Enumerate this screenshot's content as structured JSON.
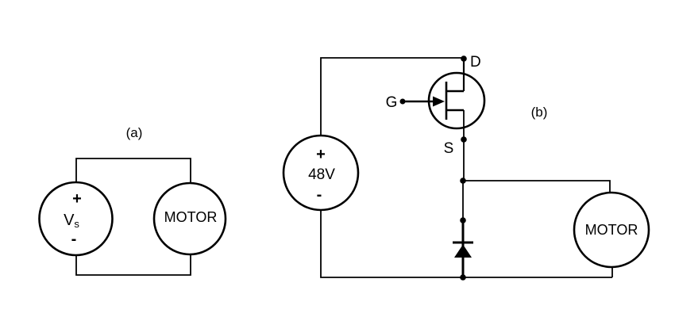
{
  "colors": {
    "ink": "#000000",
    "background": "#ffffff"
  },
  "part_a": {
    "label": "(a)",
    "source": {
      "plus": "+",
      "symbol": "V",
      "symbol_sub": "s",
      "minus": "-"
    },
    "motor_label": "MOTOR"
  },
  "part_b": {
    "label": "(b)",
    "source": {
      "plus": "+",
      "value": "48V",
      "minus": "-"
    },
    "mosfet": {
      "drain_label": "D",
      "gate_label": "G",
      "source_label": "S"
    },
    "motor_label": "MOTOR"
  }
}
